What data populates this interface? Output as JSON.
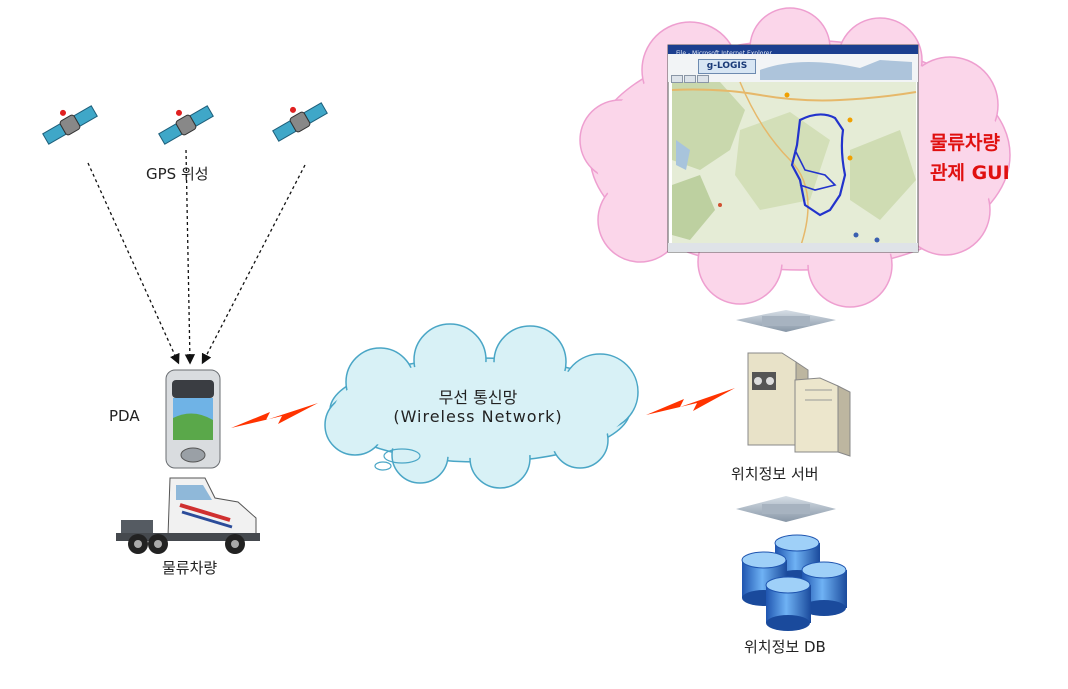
{
  "gps": {
    "label": "GPS  위성"
  },
  "pda": {
    "label": "PDA"
  },
  "truck": {
    "label": "물류차량"
  },
  "network": {
    "line1": "무선  통신망",
    "line2": "(Wireless  Network)"
  },
  "server": {
    "label": "위치정보  서버"
  },
  "db": {
    "label": "위치정보  DB"
  },
  "gui": {
    "line1": "물류차량",
    "line2": "관제  GUI",
    "app_title": "g-LOGIS",
    "window_title": "File - Microsoft Internet Explorer"
  },
  "colors": {
    "accent_label": "#e01010",
    "cloud_pink": "#fbd6ea",
    "cloud_blue": "#d8f1f6",
    "lightning": "#ff3300",
    "map_route": "#2233cc",
    "db_blue": "#3e7fd8",
    "server_beige": "#e8e2c8"
  },
  "icons": [
    "satellite-icon",
    "pda-icon",
    "truck-icon",
    "server-icon",
    "database-icon",
    "lightning-icon",
    "double-arrow-icon"
  ]
}
